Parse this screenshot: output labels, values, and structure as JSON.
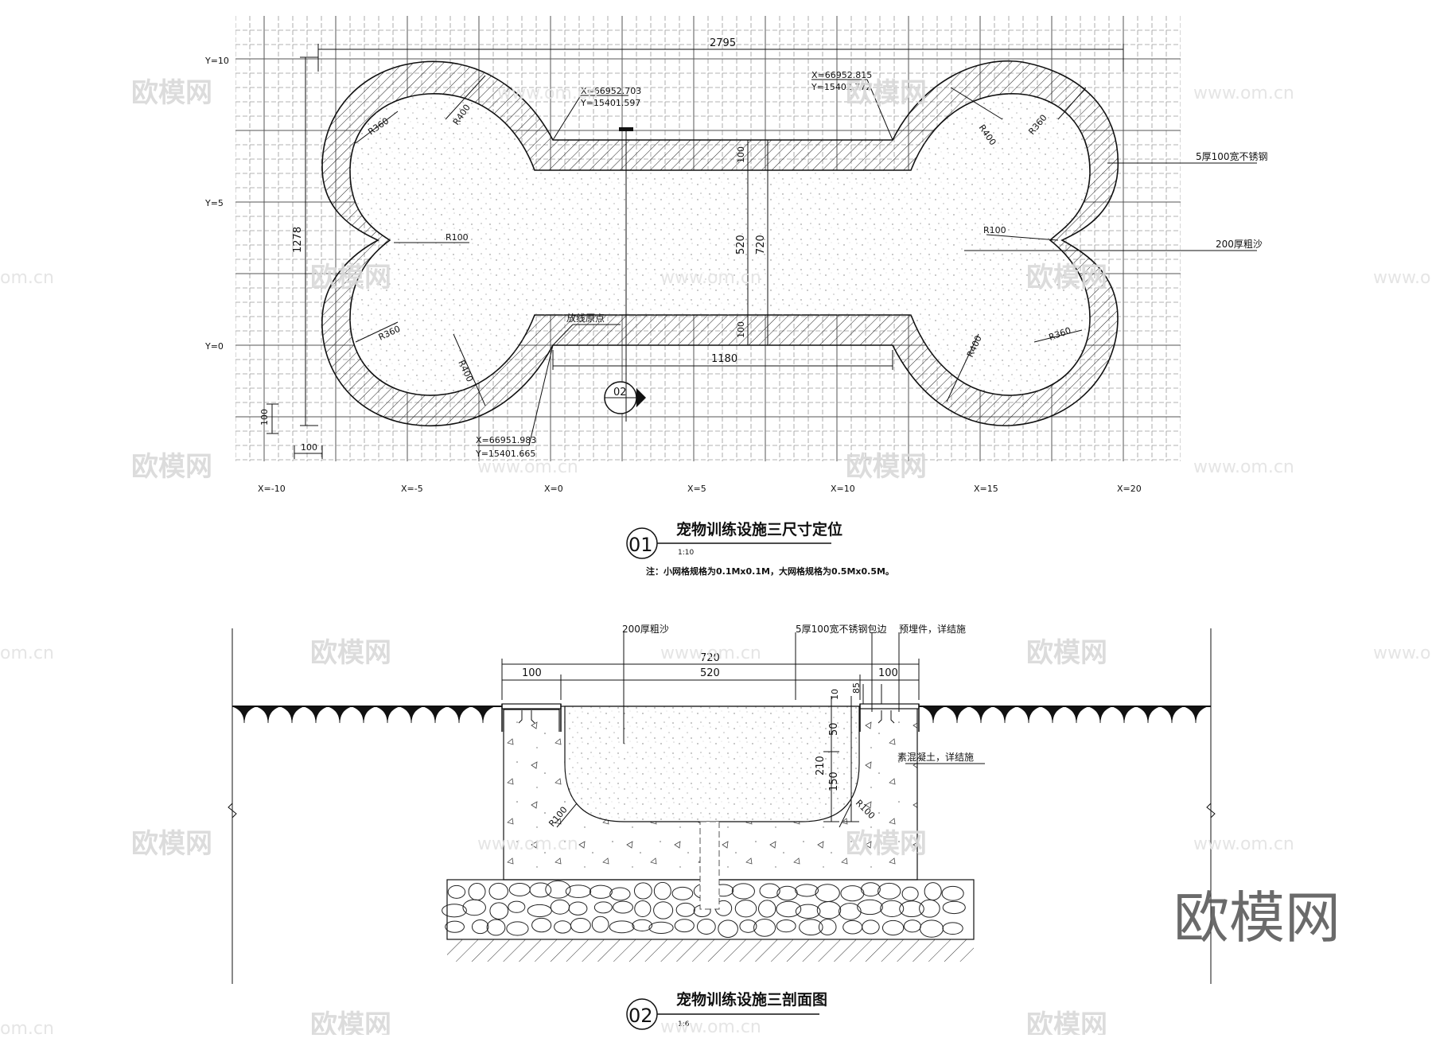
{
  "plan": {
    "title": "宠物训练设施三尺寸定位",
    "number": "01",
    "scale": "1:10",
    "note": "注：小网格规格为0.1Mx0.1M，大网格规格为0.5Mx0.5M。",
    "y_labels": [
      "Y=10",
      "Y=5",
      "Y=0"
    ],
    "x_labels": [
      "X=-10",
      "X=-5",
      "X=0",
      "X=5",
      "X=10",
      "X=15",
      "X=20"
    ],
    "dims": {
      "overall_width": "2795",
      "overall_height": "1278",
      "bar_width": "1180",
      "inner_width": "520",
      "outer_width": "720",
      "edge_top": "100",
      "edge_bottom": "100",
      "grid_v": "100",
      "grid_h": "100"
    },
    "radii": {
      "r360_tl": "R360",
      "r400_tl": "R400",
      "r100_l": "R100",
      "r360_bl": "R360",
      "r400_bl": "R400",
      "r400_tr": "R400",
      "r360_tr": "R360",
      "r100_r": "R100",
      "r400_br": "R400",
      "r360_br": "R360"
    },
    "coords": {
      "c1_x": "X=66952.703",
      "c1_y": "Y=15401.597",
      "c2_x": "X=66952.815",
      "c2_y": "Y=15402.772",
      "c3_x": "X=66951.983",
      "c3_y": "Y=15401.665"
    },
    "labels": {
      "steel": "5厚100宽不锈钢",
      "sand": "200厚粗沙",
      "origin": "放线原点",
      "section_marker": "02"
    }
  },
  "section": {
    "title": "宠物训练设施三剖面图",
    "number": "02",
    "scale": "1:6",
    "labels": {
      "sand": "200厚粗沙",
      "steel_edge": "5厚100宽不锈钢包边",
      "embed": "预埋件，详结施",
      "concrete": "素混凝土，详结施"
    },
    "dims": {
      "total": "720",
      "left": "100",
      "middle": "520",
      "right": "100",
      "d10": "10",
      "d85": "85",
      "d50": "50",
      "d210": "210",
      "d150": "150",
      "r_left": "R100",
      "r_right": "R100"
    }
  },
  "watermark": {
    "brand": "欧模网",
    "url": "www.om.cn",
    "url_short": "om.cn"
  }
}
